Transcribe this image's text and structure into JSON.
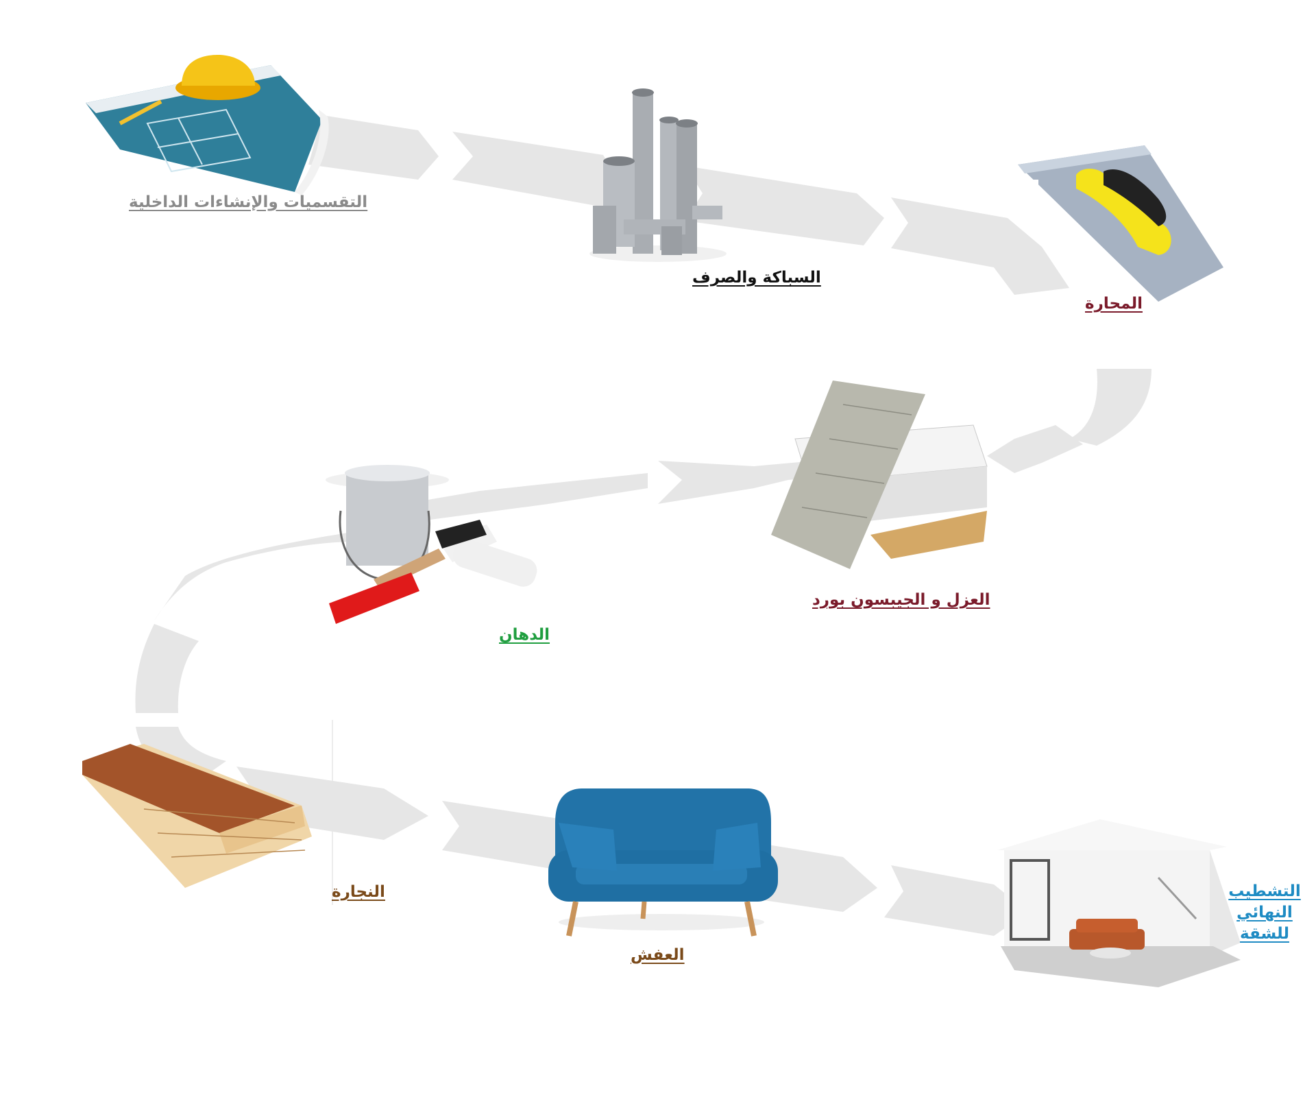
{
  "steps": [
    {
      "label": "التقسميات والإنشاءات الداخلية",
      "color": "#8a8a8a",
      "icon": "blueprint-helmet-icon"
    },
    {
      "label": "السباكة والصرف",
      "color": "#111111",
      "icon": "pipes-icon"
    },
    {
      "label": "المحارة",
      "color": "#7a1a2a",
      "icon": "trowel-icon"
    },
    {
      "label": "العزل و الجيبسون بورد",
      "color": "#7a1a2a",
      "icon": "gypsum-board-icon"
    },
    {
      "label": "الدهان",
      "color": "#1f9e3f",
      "icon": "paint-bucket-icon"
    },
    {
      "label": "النجارة",
      "color": "#7a4a1a",
      "icon": "wood-planks-icon"
    },
    {
      "label": "العفش",
      "color": "#7a4a1a",
      "icon": "sofa-icon"
    },
    {
      "label": "التشطيب النهائي للشقة",
      "color": "#1e8bc3",
      "icon": "finished-room-icon"
    }
  ],
  "colors": {
    "path": "#e6e6e6"
  }
}
